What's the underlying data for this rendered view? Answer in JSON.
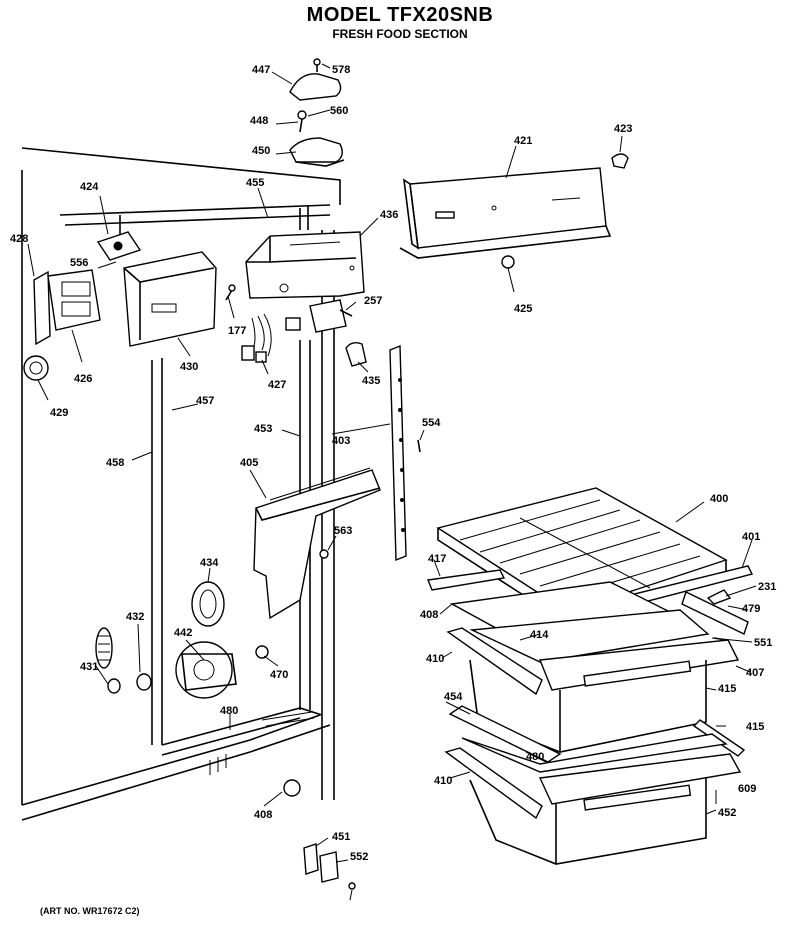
{
  "header": {
    "model": "MODEL TFX20SNB",
    "section": "FRESH FOOD SECTION"
  },
  "footer": {
    "art_no": "(ART NO. WR17672 C2)"
  },
  "part_numbers": [
    "447",
    "578",
    "448",
    "560",
    "450",
    "421",
    "423",
    "424",
    "455",
    "436",
    "428",
    "556",
    "257",
    "425",
    "177",
    "430",
    "426",
    "427",
    "435",
    "429",
    "457",
    "458",
    "453",
    "403",
    "554",
    "405",
    "400",
    "563",
    "401",
    "417",
    "434",
    "231",
    "408",
    "479",
    "414",
    "432",
    "442",
    "551",
    "431",
    "470",
    "410",
    "407",
    "415",
    "454",
    "480",
    "415",
    "480",
    "410",
    "609",
    "408",
    "452",
    "451",
    "552"
  ]
}
